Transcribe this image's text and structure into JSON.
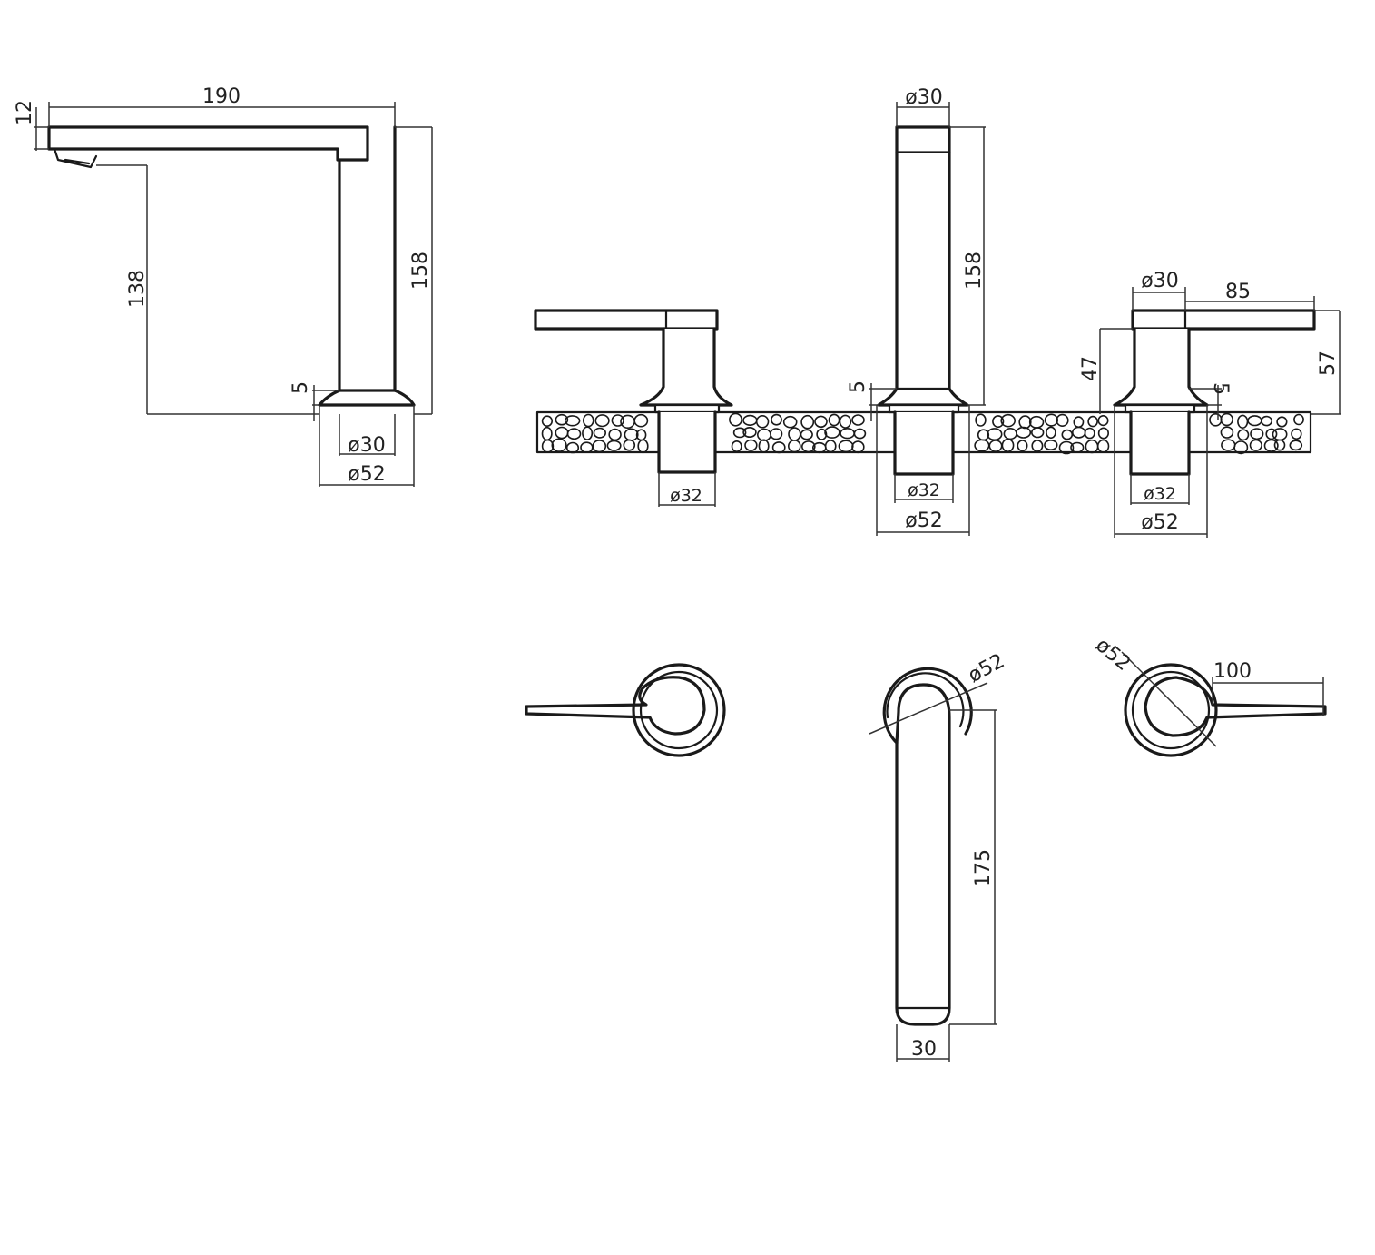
{
  "colors": {
    "line": "#1a1a1a",
    "background": "#ffffff",
    "text": "#222222"
  },
  "dimensions": {
    "side_length": "190",
    "side_thickness": "12",
    "side_spout_height": "138",
    "side_total_height": "158",
    "side_base_gap": "5",
    "side_stem_dia": "ø30",
    "side_base_dia": "ø52",
    "front_spout_dia": "ø30",
    "front_spout_height": "158",
    "front_gap_center": "5",
    "front_left_pipe": "ø32",
    "front_center_pipe": "ø32",
    "front_center_base": "ø52",
    "front_handle_dia": "ø30",
    "front_handle_length": "85",
    "front_handle_height": "47",
    "front_handle_total": "57",
    "front_gap_right": "5",
    "front_right_pipe": "ø32",
    "front_right_base": "ø52",
    "top_center_dia": "ø52",
    "top_right_dia": "ø52",
    "top_handle_length": "100",
    "top_spout_length": "175",
    "top_spout_width": "30"
  }
}
